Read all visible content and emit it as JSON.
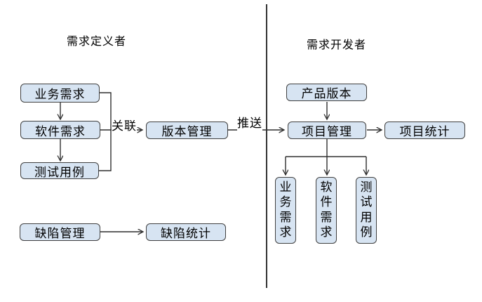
{
  "diagram": {
    "left_section": {
      "title": "需求定义者",
      "nodes": {
        "business_req": "业务需求",
        "software_req": "软件需求",
        "test_case": "测试用例",
        "version_mgmt": "版本管理",
        "defect_mgmt": "缺陷管理",
        "defect_stats": "缺陷统计"
      }
    },
    "right_section": {
      "title": "需求开发者",
      "nodes": {
        "product_version": "产品版本",
        "project_mgmt": "项目管理",
        "project_stats": "项目统计",
        "business_req_v": "业务需求",
        "software_req_v": "软件需求",
        "test_case_v": "测试用例"
      }
    },
    "edge_labels": {
      "associate": "关联",
      "push": "推送"
    },
    "colors": {
      "node_fill": "#d7e4f2",
      "node_border": "#404040",
      "line": "#2f2f2f",
      "background": "#ffffff"
    }
  }
}
